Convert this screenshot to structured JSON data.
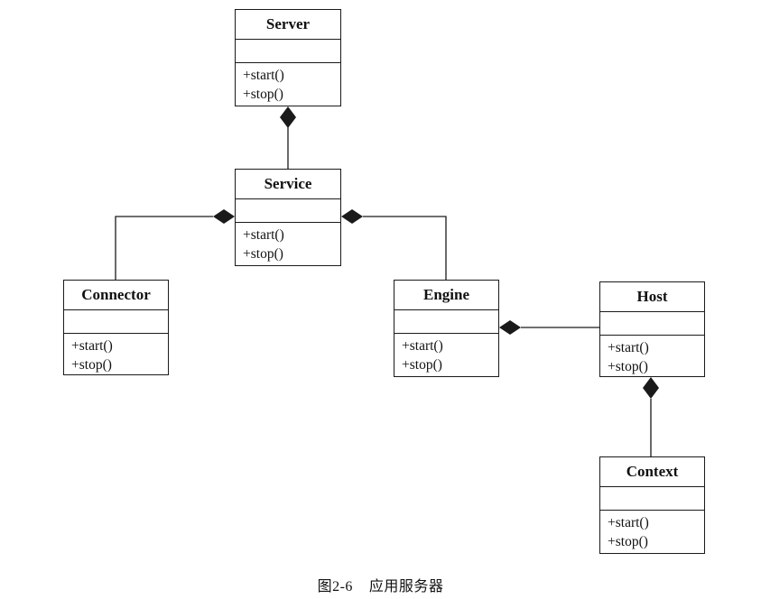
{
  "caption": {
    "figure_no": "图2-6",
    "text": "应用服务器"
  },
  "classes": {
    "server": {
      "name": "Server",
      "ops": [
        "+start()",
        "+stop()"
      ]
    },
    "service": {
      "name": "Service",
      "ops": [
        "+start()",
        "+stop()"
      ]
    },
    "connector": {
      "name": "Connector",
      "ops": [
        "+start()",
        "+stop()"
      ]
    },
    "engine": {
      "name": "Engine",
      "ops": [
        "+start()",
        "+stop()"
      ]
    },
    "host": {
      "name": "Host",
      "ops": [
        "+start()",
        "+stop()"
      ]
    },
    "context": {
      "name": "Context",
      "ops": [
        "+start()",
        "+stop()"
      ]
    }
  },
  "relations": [
    {
      "type": "composition",
      "whole": "Server",
      "part": "Service"
    },
    {
      "type": "composition",
      "whole": "Service",
      "part": "Connector"
    },
    {
      "type": "composition",
      "whole": "Service",
      "part": "Engine"
    },
    {
      "type": "composition",
      "whole": "Engine",
      "part": "Host"
    },
    {
      "type": "composition",
      "whole": "Host",
      "part": "Context"
    }
  ],
  "colors": {
    "line": "#1a1a1a",
    "background": "#ffffff"
  }
}
